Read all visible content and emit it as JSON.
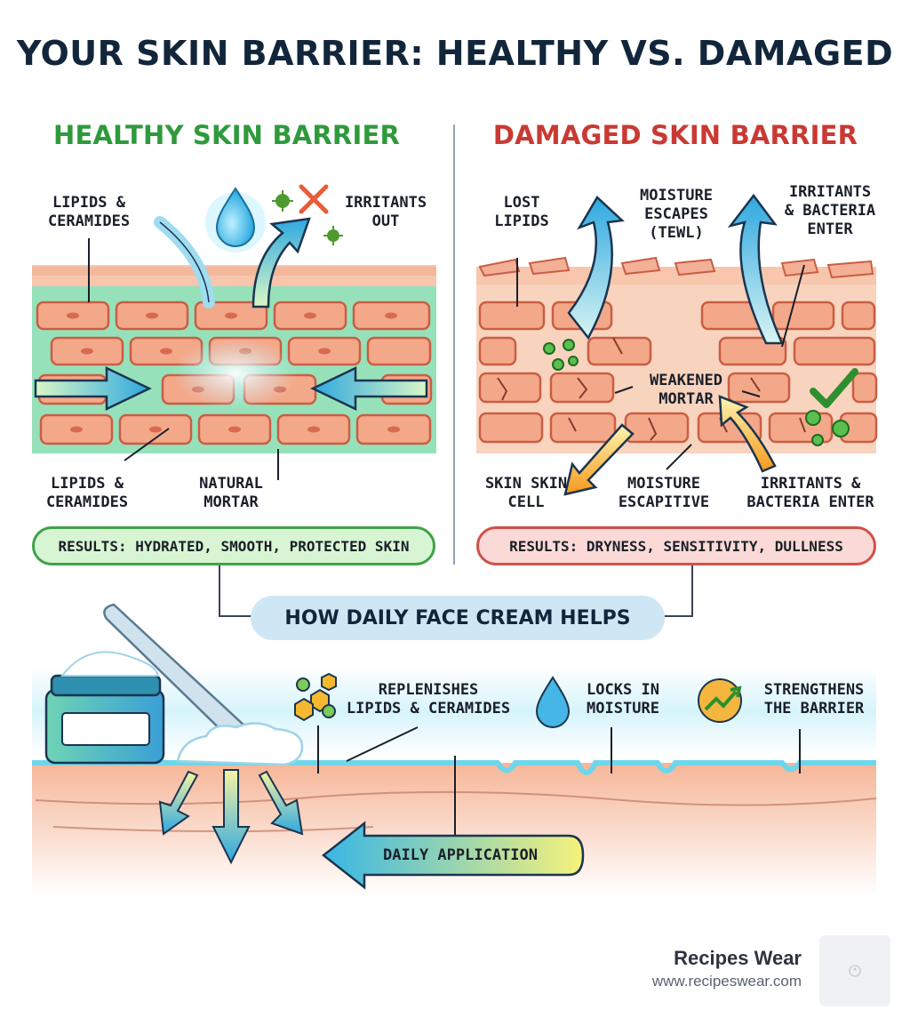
{
  "title": "YOUR SKIN BARRIER: HEALTHY VS. DAMAGED",
  "healthy": {
    "title": "HEALTHY SKIN BARRIER",
    "labels": {
      "lipids_top": "LIPIDS &\nCERAMIDES",
      "irritants_out": "IRRITANTS\nOUT",
      "lipids_bottom": "LIPIDS &\nCERAMIDES",
      "natural_mortar": "NATURAL\nMORTAR"
    },
    "result": "RESULTS: HYDRATED, SMOOTH, PROTECTED SKIN"
  },
  "damaged": {
    "title": "DAMAGED SKIN BARRIER",
    "labels": {
      "lost_lipids": "LOST\nLIPIDS",
      "moisture_escapes": "MOISTURE\nESCAPES\n(TEWL)",
      "irritants_enter_top": "IRRITANTS\n& BACTERIA\nENTER",
      "weakened_mortar": "WEAKENED\nMORTAR",
      "skin_cell": "SKIN SKIN\nCELL",
      "moisture_escapitive": "MOISTURE\nESCAPITIVE",
      "irritants_enter_bottom": "IRRITANTS &\nBACTERIA ENTER"
    },
    "result": "RESULTS: DRYNESS, SENSITIVITY, DULLNESS"
  },
  "help": {
    "title": "HOW DAILY FACE CREAM HELPS",
    "benefits": [
      {
        "label": "REPLENISHES\nLIPIDS & CERAMIDES",
        "icon": "hexagon-molecules-icon"
      },
      {
        "label": "LOCKS IN\nMOISTURE",
        "icon": "water-drop-icon"
      },
      {
        "label": "STRENGTHENS\nTHE BARRIER",
        "icon": "growth-chart-icon"
      }
    ],
    "daily_application": "DAILY APPLICATION"
  },
  "brand": {
    "name": "Recipes Wear",
    "url": "www.recipeswear.com"
  },
  "colors": {
    "healthy": "#2f9a3c",
    "damaged": "#c83a33",
    "brick": "#f2a98a",
    "mortar": "#7ed8a8",
    "arrow_blue": "#3db5e6",
    "arrow_orange": "#f5a623"
  }
}
